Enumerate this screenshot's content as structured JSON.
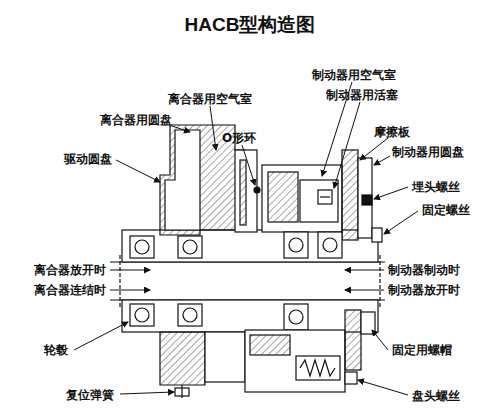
{
  "diagram": {
    "title": "HACB型构造图",
    "labels": [
      "离合器用空气室",
      "离合器用圆盘",
      "驱动圆盘",
      "O形环",
      "制动器用空气室",
      "制动器用活塞",
      "摩擦板",
      "制动器用圆盘",
      "埋头螺丝",
      "固定螺丝",
      "离合器放开时",
      "离合器连结时",
      "制动器制动时",
      "制动器放开时",
      "轮毂",
      "固定用螺帽",
      "复位弹簧",
      "盘头螺丝"
    ]
  }
}
